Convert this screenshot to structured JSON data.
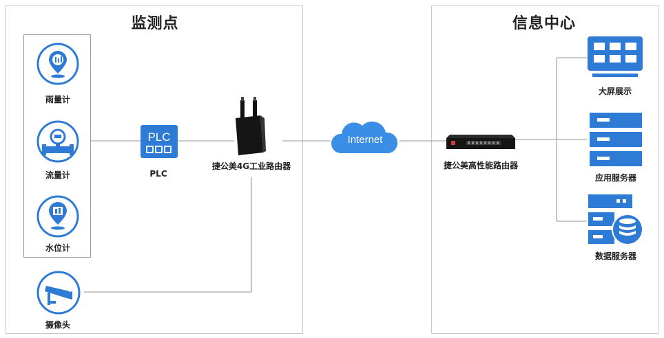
{
  "monitor": {
    "title": "监测点",
    "sensors": [
      {
        "label": "雨量计",
        "icon": "rain-gauge-icon"
      },
      {
        "label": "流量计",
        "icon": "flow-meter-icon"
      },
      {
        "label": "水位计",
        "icon": "water-level-icon"
      }
    ],
    "camera": {
      "label": "摄像头",
      "icon": "camera-icon"
    },
    "plc": {
      "label": "PLC",
      "icon_text": "PLC"
    },
    "router": {
      "label": "捷公美4G工业路由器"
    }
  },
  "cloud": {
    "label": "Internet"
  },
  "center": {
    "title": "信息中心",
    "router": {
      "label": "捷公美高性能路由器"
    },
    "servers": [
      {
        "label": "大屏展示",
        "icon": "screen-display-icon"
      },
      {
        "label": "应用服务器",
        "icon": "app-server-icon"
      },
      {
        "label": "数据服务器",
        "icon": "database-server-icon"
      }
    ]
  },
  "colors": {
    "accent": "#2e7bd6",
    "line": "#a9a9a9",
    "border": "#c9c9c9"
  }
}
